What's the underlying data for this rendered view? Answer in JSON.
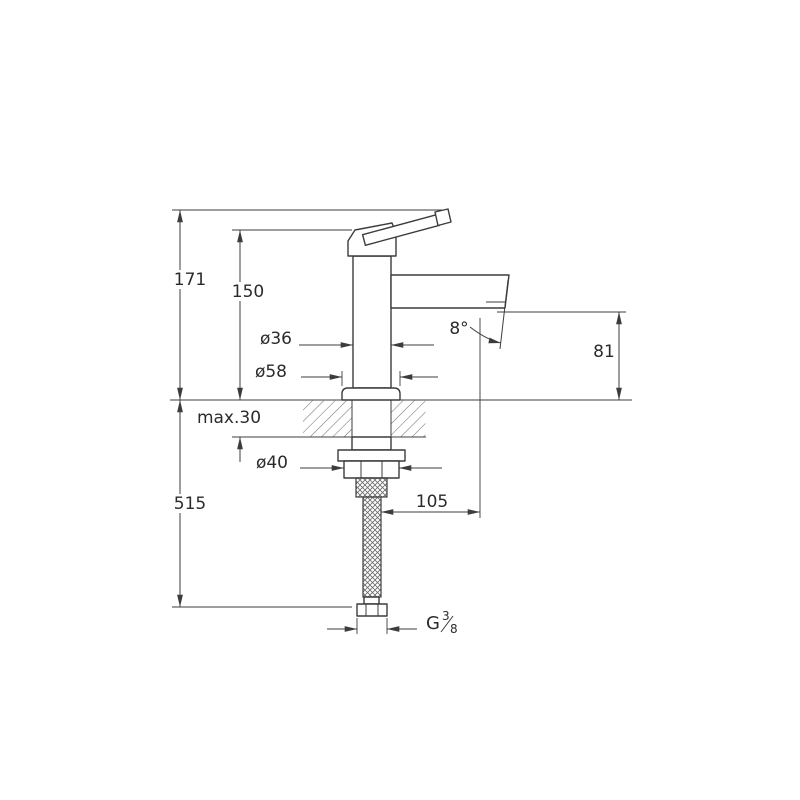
{
  "drawing": {
    "kind": "technical-dimension-drawing",
    "subject": "single-lever-basin-mixer-faucet"
  },
  "dims": {
    "total_height": "171",
    "body_height": "150",
    "body_diameter": "ø36",
    "base_diameter": "ø58",
    "counter_max": "max.30",
    "hole_diameter": "ø40",
    "below_deck": "515",
    "spout_reach": "105",
    "outlet_height": "81",
    "spout_angle": "8°",
    "thread_prefix": "G",
    "thread_numerator": "3",
    "thread_denominator": "8"
  },
  "colors": {
    "line": "#3c3c3c",
    "text": "#2b2b2b",
    "hatch": "#6a6a6a",
    "background": "#ffffff"
  }
}
